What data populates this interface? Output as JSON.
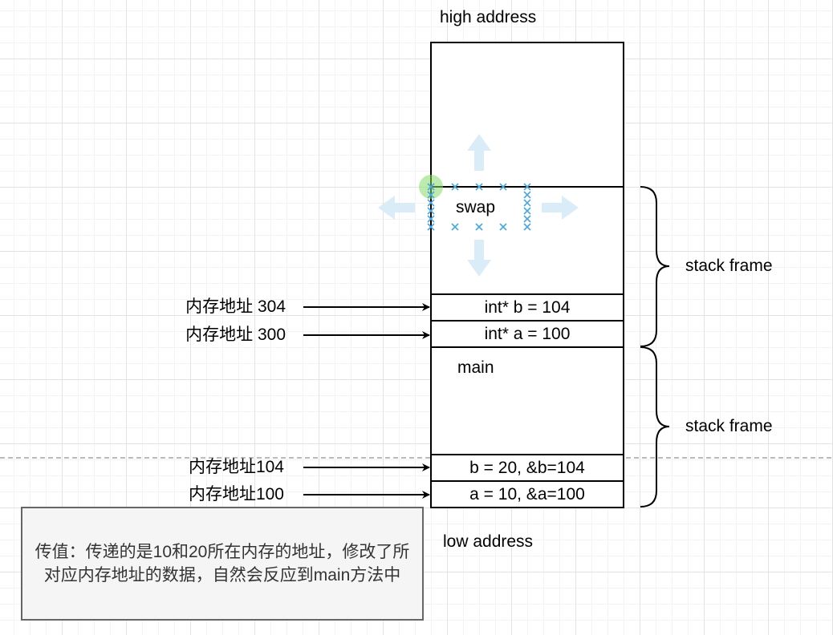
{
  "labels": {
    "high_address": "high address",
    "low_address": "low address",
    "swap": "swap",
    "main": "main",
    "stack_frame_upper": "stack frame",
    "stack_frame_lower": "stack frame"
  },
  "cells": {
    "swap_b": "int* b = 104",
    "swap_a": "int* a = 100",
    "main_b": "b = 20, &b=104",
    "main_a": "a = 10, &a=100"
  },
  "addresses": {
    "addr_304": "内存地址 304",
    "addr_300": "内存地址 300",
    "addr_104": "内存地址104",
    "addr_100": "内存地址100"
  },
  "note": "传值：传递的是10和20所在内存的地址，修改了所对应内存地址的数据，自然会反应到main方法中",
  "colors": {
    "stroke": "#000000",
    "selection": "#4fa6d8",
    "handle": "#86d86a",
    "move_arrow": "#d9ecf8",
    "dashed_line": "#bbbbbb",
    "note_bg": "#f5f5f5",
    "note_border": "#666666"
  }
}
